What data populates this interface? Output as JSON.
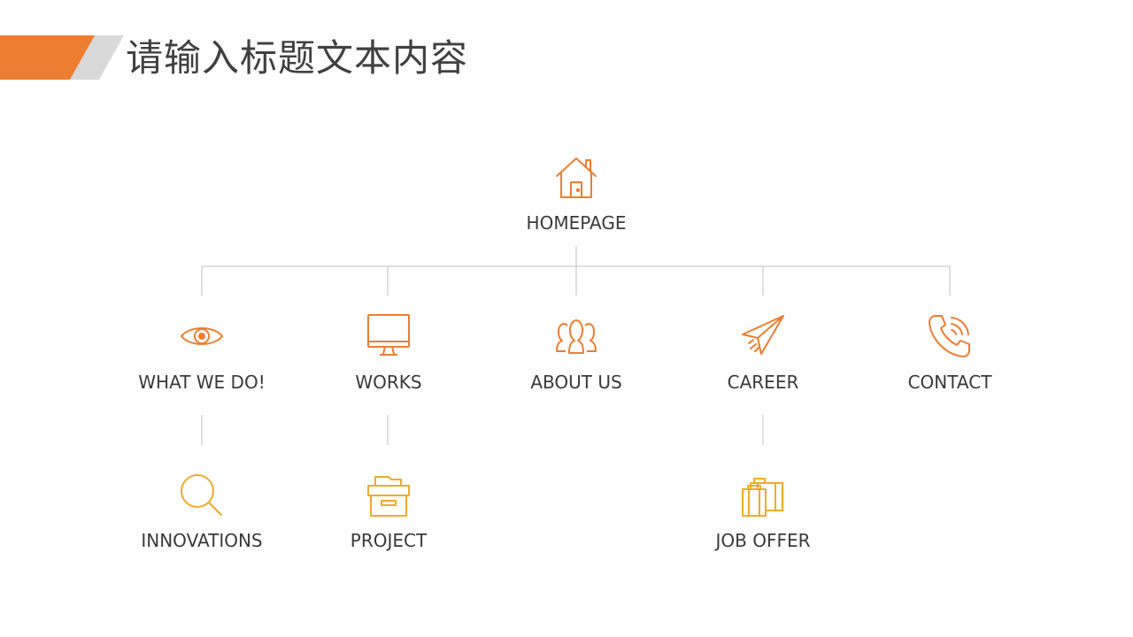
{
  "header": {
    "title": "请输入标题文本内容"
  },
  "colors": {
    "accent": "#ED7D31",
    "accent_light": "#F4B183",
    "band_gray": "#D9D9D9",
    "level2": "#F0AA2C",
    "connector": "#BFBFBF"
  },
  "diagram": {
    "root": {
      "label": "HOMEPAGE",
      "icon": "house-icon"
    },
    "level1": [
      {
        "label": "WHAT WE DO!",
        "icon": "eye-icon"
      },
      {
        "label": "WORKS",
        "icon": "monitor-icon"
      },
      {
        "label": "ABOUT US",
        "icon": "people-icon"
      },
      {
        "label": "CAREER",
        "icon": "paper-plane-icon"
      },
      {
        "label": "CONTACT",
        "icon": "phone-icon"
      }
    ],
    "level2": [
      {
        "label": "INNOVATIONS",
        "icon": "magnifier-icon",
        "parent": "WHAT WE DO!"
      },
      {
        "label": "PROJECT",
        "icon": "folder-box-icon",
        "parent": "WORKS"
      },
      {
        "label": "JOB OFFER",
        "icon": "suitcases-icon",
        "parent": "CAREER"
      }
    ]
  }
}
